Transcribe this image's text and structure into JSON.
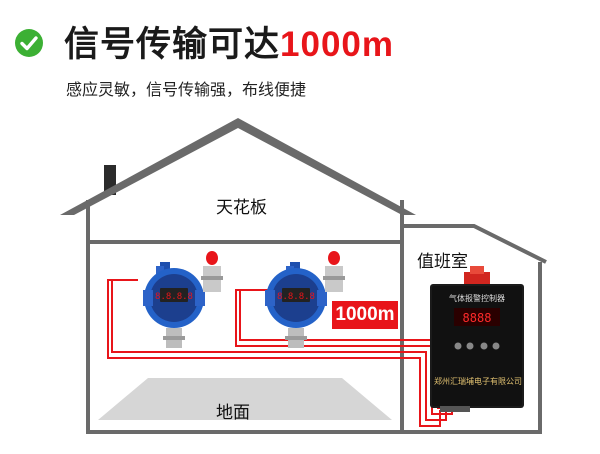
{
  "header": {
    "title_main": "信号传输可达",
    "title_distance": "1000m",
    "subtitle": "感应灵敏，信号传输强，布线便捷",
    "icon": "check-circle-icon",
    "accent_color": "#e8151a",
    "check_color": "#3cb034"
  },
  "diagram": {
    "ceiling_label": "天花板",
    "floor_label": "地面",
    "duty_room_label": "值班室",
    "distance_badge": "1000m",
    "detector_display": "8.8.8.8",
    "controller": {
      "name": "气体报警控制器",
      "display": "8888",
      "maker": "郑州汇瑞埔电子有限公司"
    },
    "wire_color": "#e8151a"
  }
}
